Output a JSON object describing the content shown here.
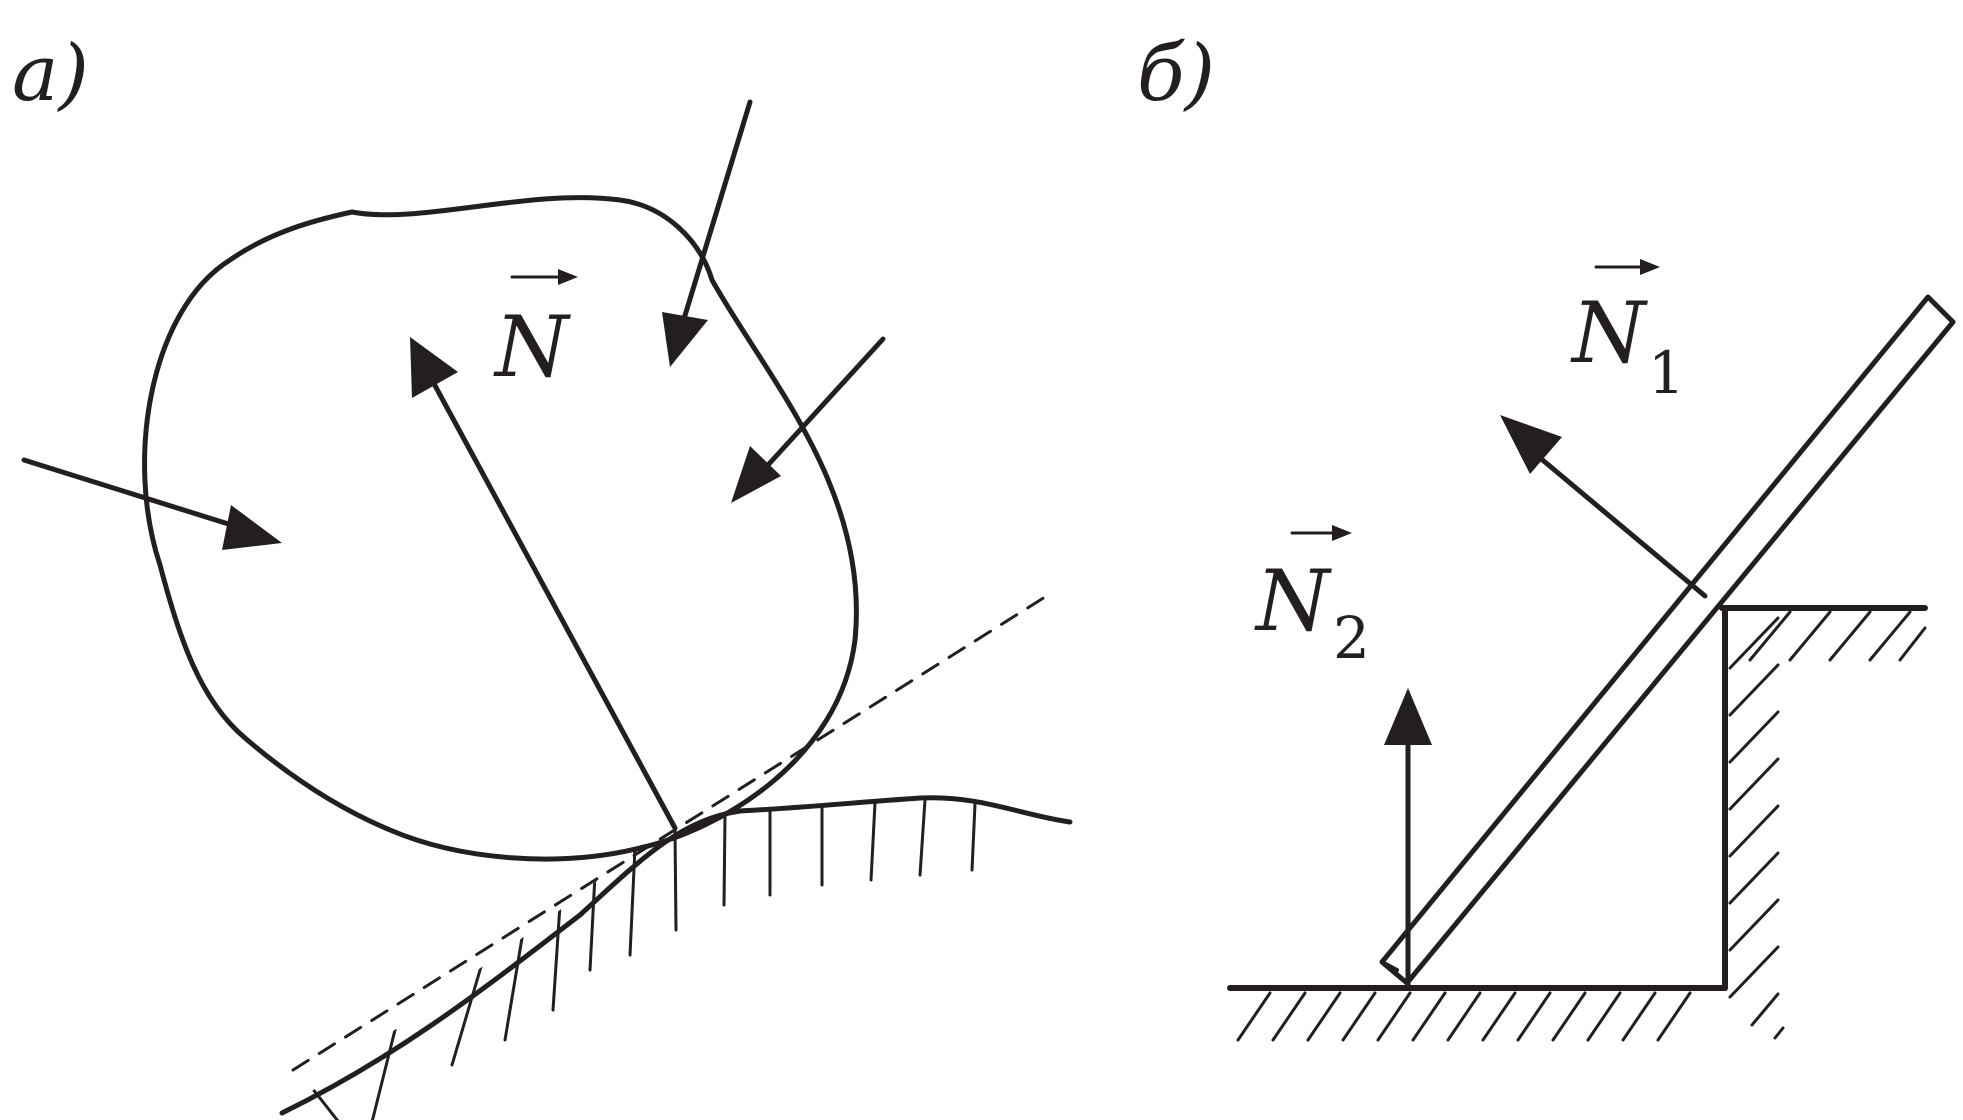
{
  "panel_a": {
    "label": "a)",
    "vector": {
      "letter": "N"
    }
  },
  "panel_b": {
    "label": "б)",
    "vector1": {
      "letter": "N",
      "subscript": "1"
    },
    "vector2": {
      "letter": "N",
      "subscript": "2"
    }
  },
  "colors": {
    "ink": "#231f20",
    "background": "#ffffff"
  }
}
